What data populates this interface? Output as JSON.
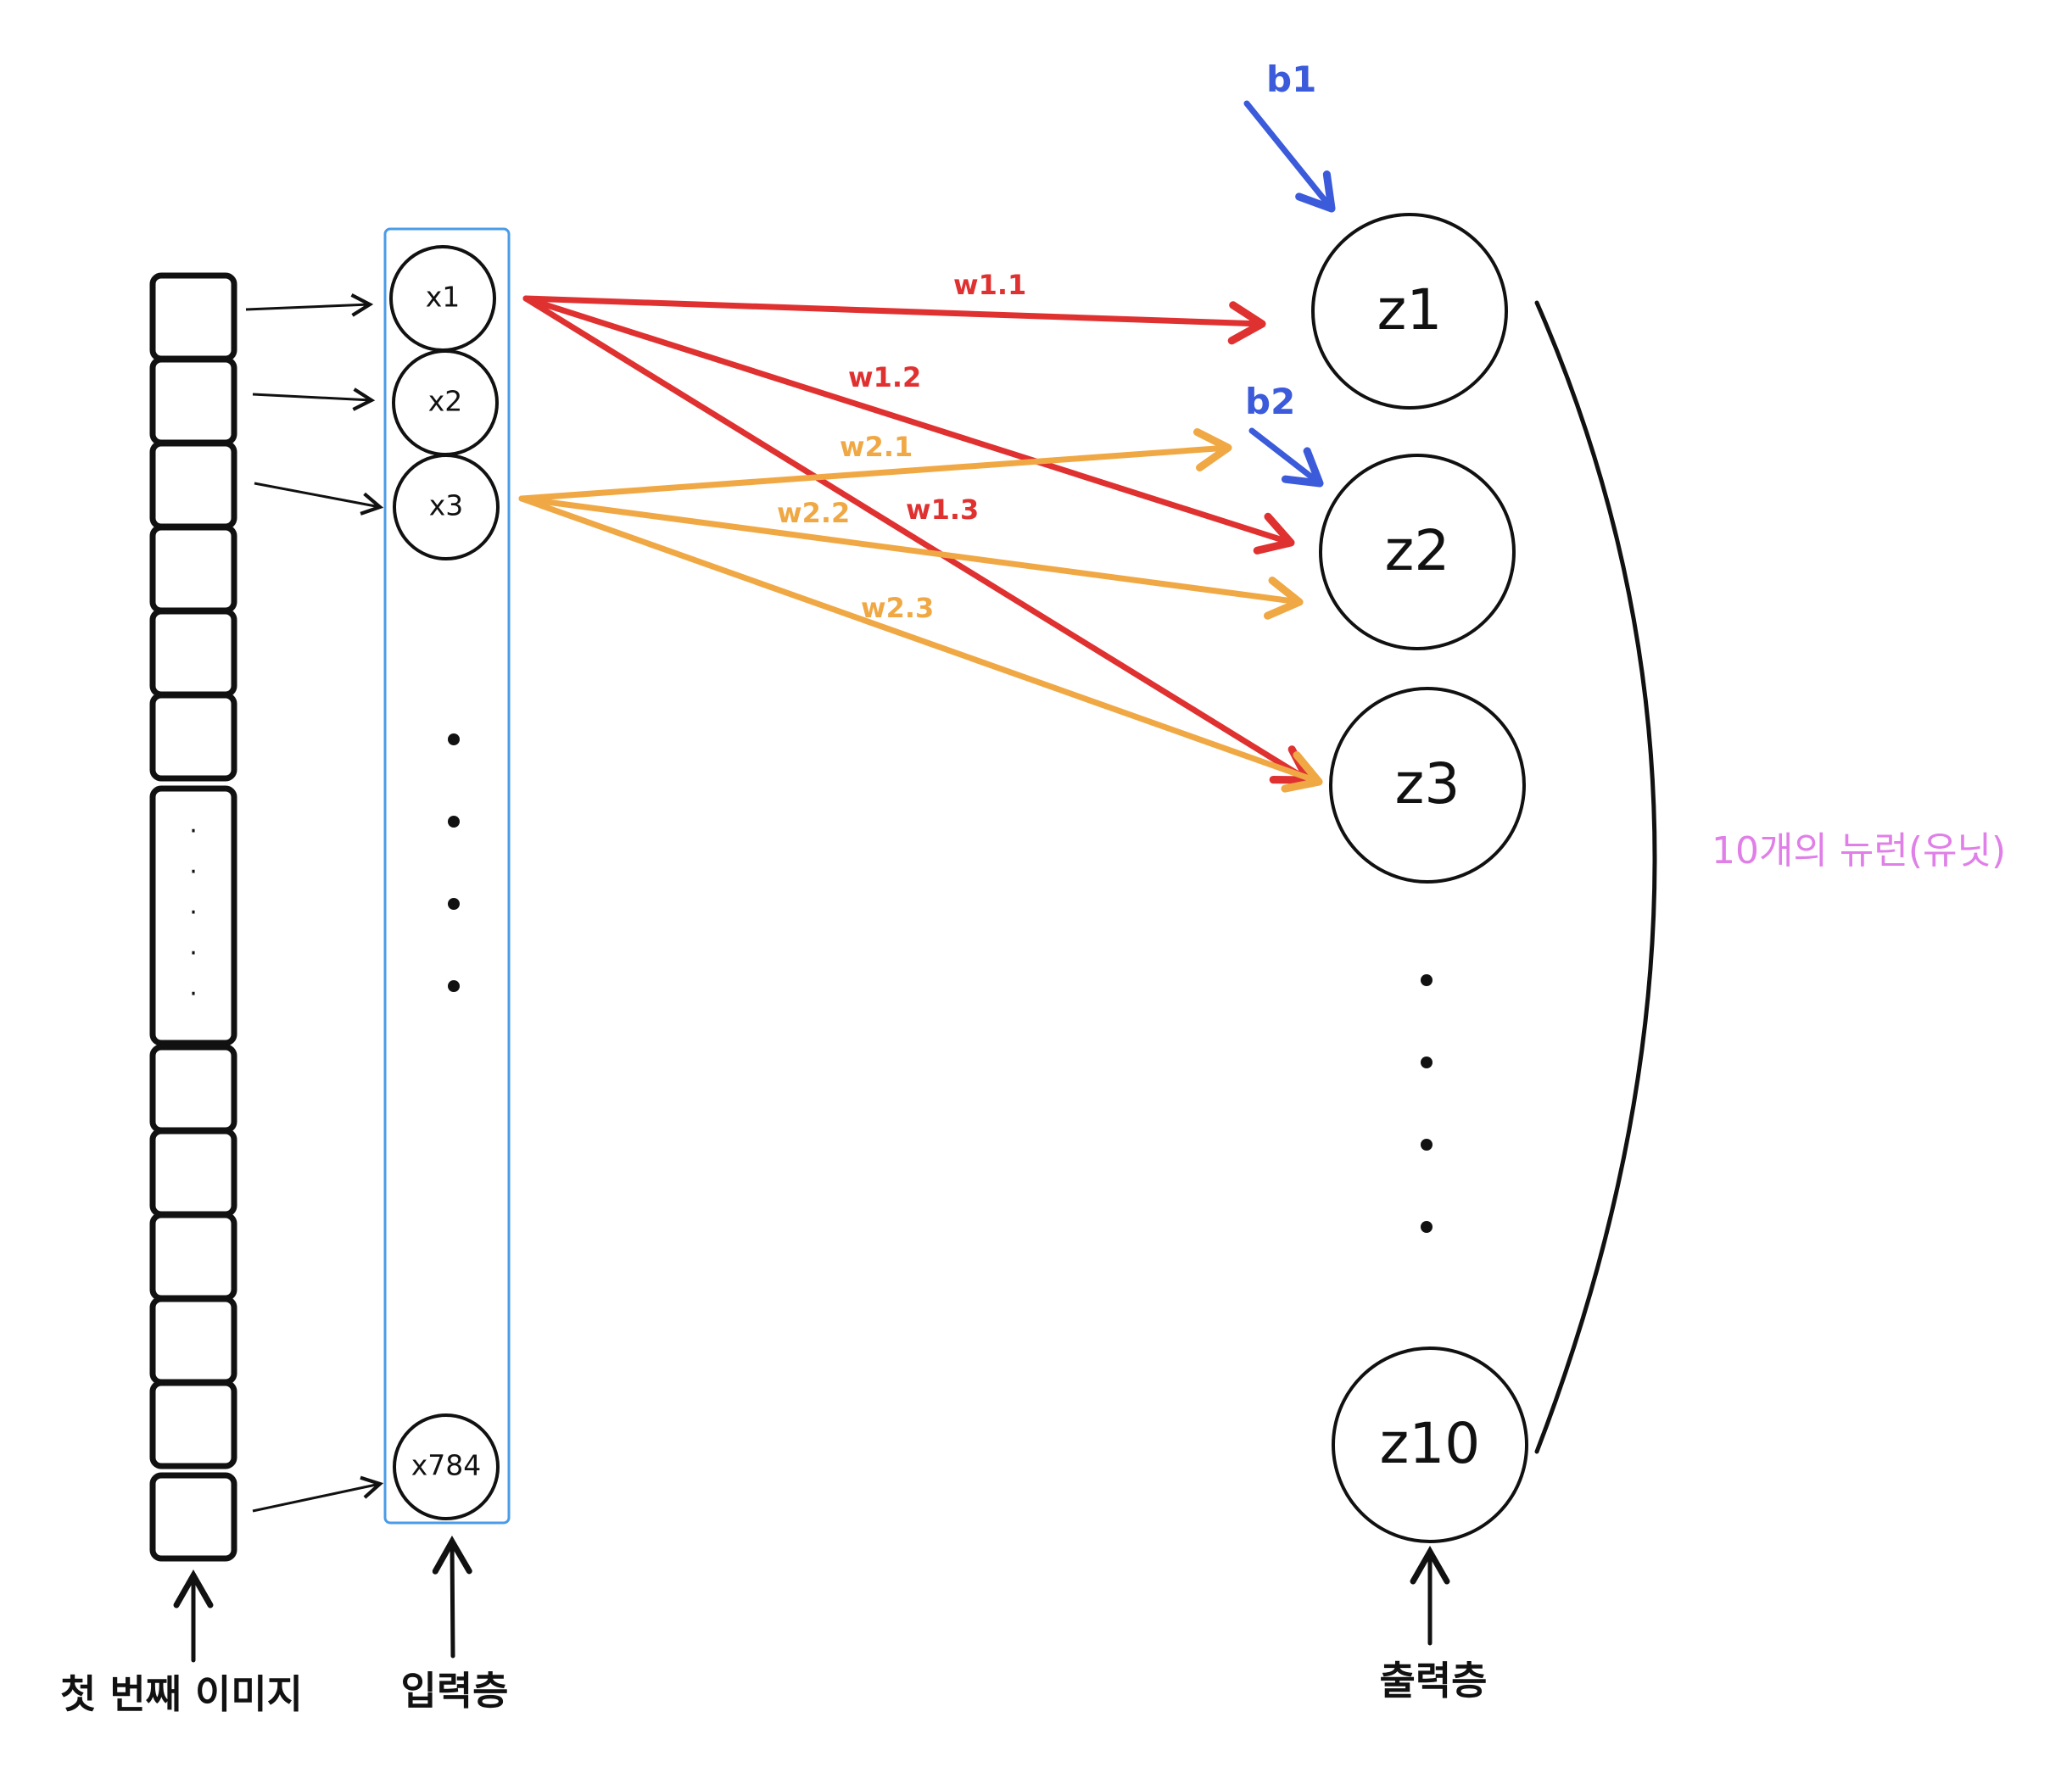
{
  "colors": {
    "stroke": "#111111",
    "w1": "#e03131",
    "w2": "#f0a844",
    "bias": "#3b5bdb",
    "input_box": "#4a9be8",
    "neurons_label": "#e07fe8"
  },
  "image_column": {
    "dots": [
      "·",
      "·",
      "·",
      "·",
      "·"
    ]
  },
  "input_layer": {
    "nodes": [
      {
        "label": "x1"
      },
      {
        "label": "x2"
      },
      {
        "label": "x3"
      },
      {
        "label": "x784"
      }
    ]
  },
  "output_layer": {
    "nodes": [
      {
        "label": "z1"
      },
      {
        "label": "z2"
      },
      {
        "label": "z3"
      },
      {
        "label": "z10"
      }
    ]
  },
  "weights": {
    "w1_1": "w1.1",
    "w1_2": "w1.2",
    "w1_3": "w1.3",
    "w2_1": "w2.1",
    "w2_2": "w2.2",
    "w2_3": "w2.3"
  },
  "biases": {
    "b1": "b1",
    "b2": "b2"
  },
  "captions": {
    "first_image": "첫 번째 이미지",
    "input_layer": "입력층",
    "output_layer": "출력층",
    "neurons": "10개의 뉴런(유닛)"
  }
}
